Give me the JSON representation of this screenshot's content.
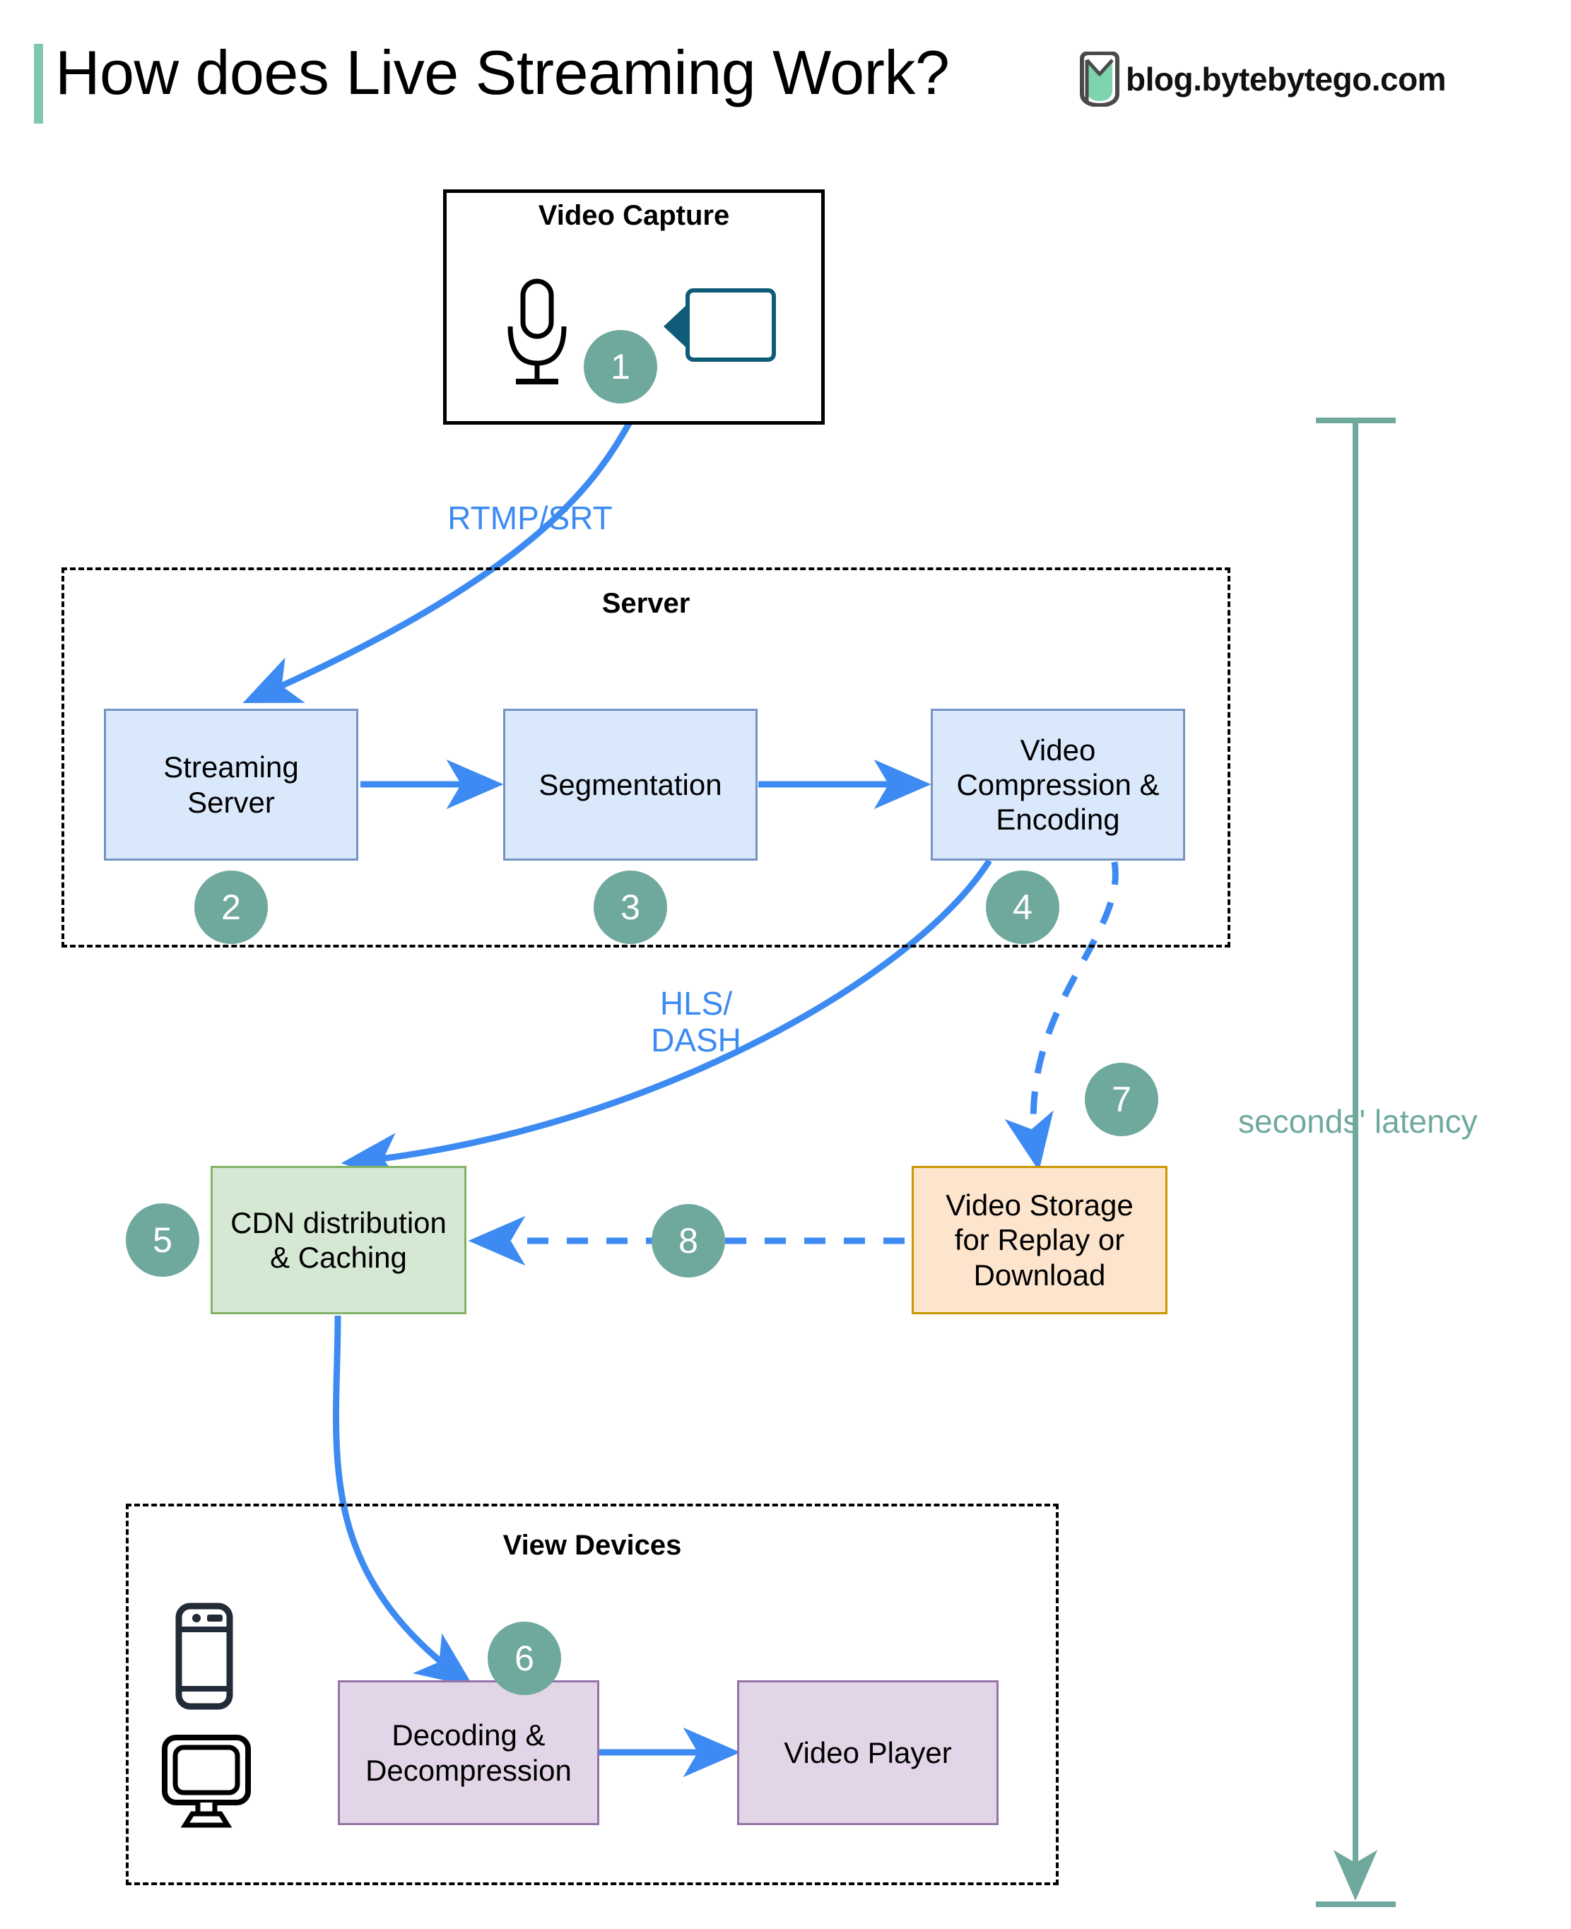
{
  "header": {
    "title": "How does Live Streaming Work?",
    "brand_text": "blog.bytebytego.com",
    "accent_bar_color": "#7fc8ae",
    "logo_name": "bytebytego-logo"
  },
  "colors": {
    "step_badge": "#6fa99e",
    "arrow_blue": "#3d8bf2",
    "blue_node_fill": "#dae8fc",
    "blue_node_stroke": "#7593c4",
    "green_node_fill": "#d5e8d4",
    "green_node_stroke": "#82b366",
    "orange_node_fill": "#fce4cd",
    "orange_node_stroke": "#c99700",
    "purple_node_fill": "#e1d5e7",
    "purple_node_stroke": "#9673a6",
    "latency_green": "#6fa99e",
    "group_border": "#000000"
  },
  "groups": {
    "capture": {
      "title": "Video Capture"
    },
    "server": {
      "title": "Server"
    },
    "view_devices": {
      "title": "View Devices"
    }
  },
  "nodes": {
    "streaming_server": "Streaming\nServer",
    "segmentation": "Segmentation",
    "video_compression": "Video\nCompression &\nEncoding",
    "cdn": "CDN distribution\n& Caching",
    "video_storage": "Video Storage\nfor Replay or\nDownload",
    "decoding": "Decoding &\nDecompression",
    "video_player": "Video Player"
  },
  "steps": [
    {
      "id": 1,
      "number": "1"
    },
    {
      "id": 2,
      "number": "2"
    },
    {
      "id": 3,
      "number": "3"
    },
    {
      "id": 4,
      "number": "4"
    },
    {
      "id": 5,
      "number": "5"
    },
    {
      "id": 6,
      "number": "6"
    },
    {
      "id": 7,
      "number": "7"
    },
    {
      "id": 8,
      "number": "8"
    }
  ],
  "edge_labels": {
    "rtmp_srt": "RTMP/SRT",
    "hls_dash": "HLS/\nDASH"
  },
  "annotations": {
    "latency": "seconds' latency"
  },
  "icons": {
    "microphone": "microphone-icon",
    "video_camera": "video-camera-icon",
    "mobile_phone": "mobile-phone-icon",
    "desktop_monitor": "desktop-monitor-icon"
  }
}
